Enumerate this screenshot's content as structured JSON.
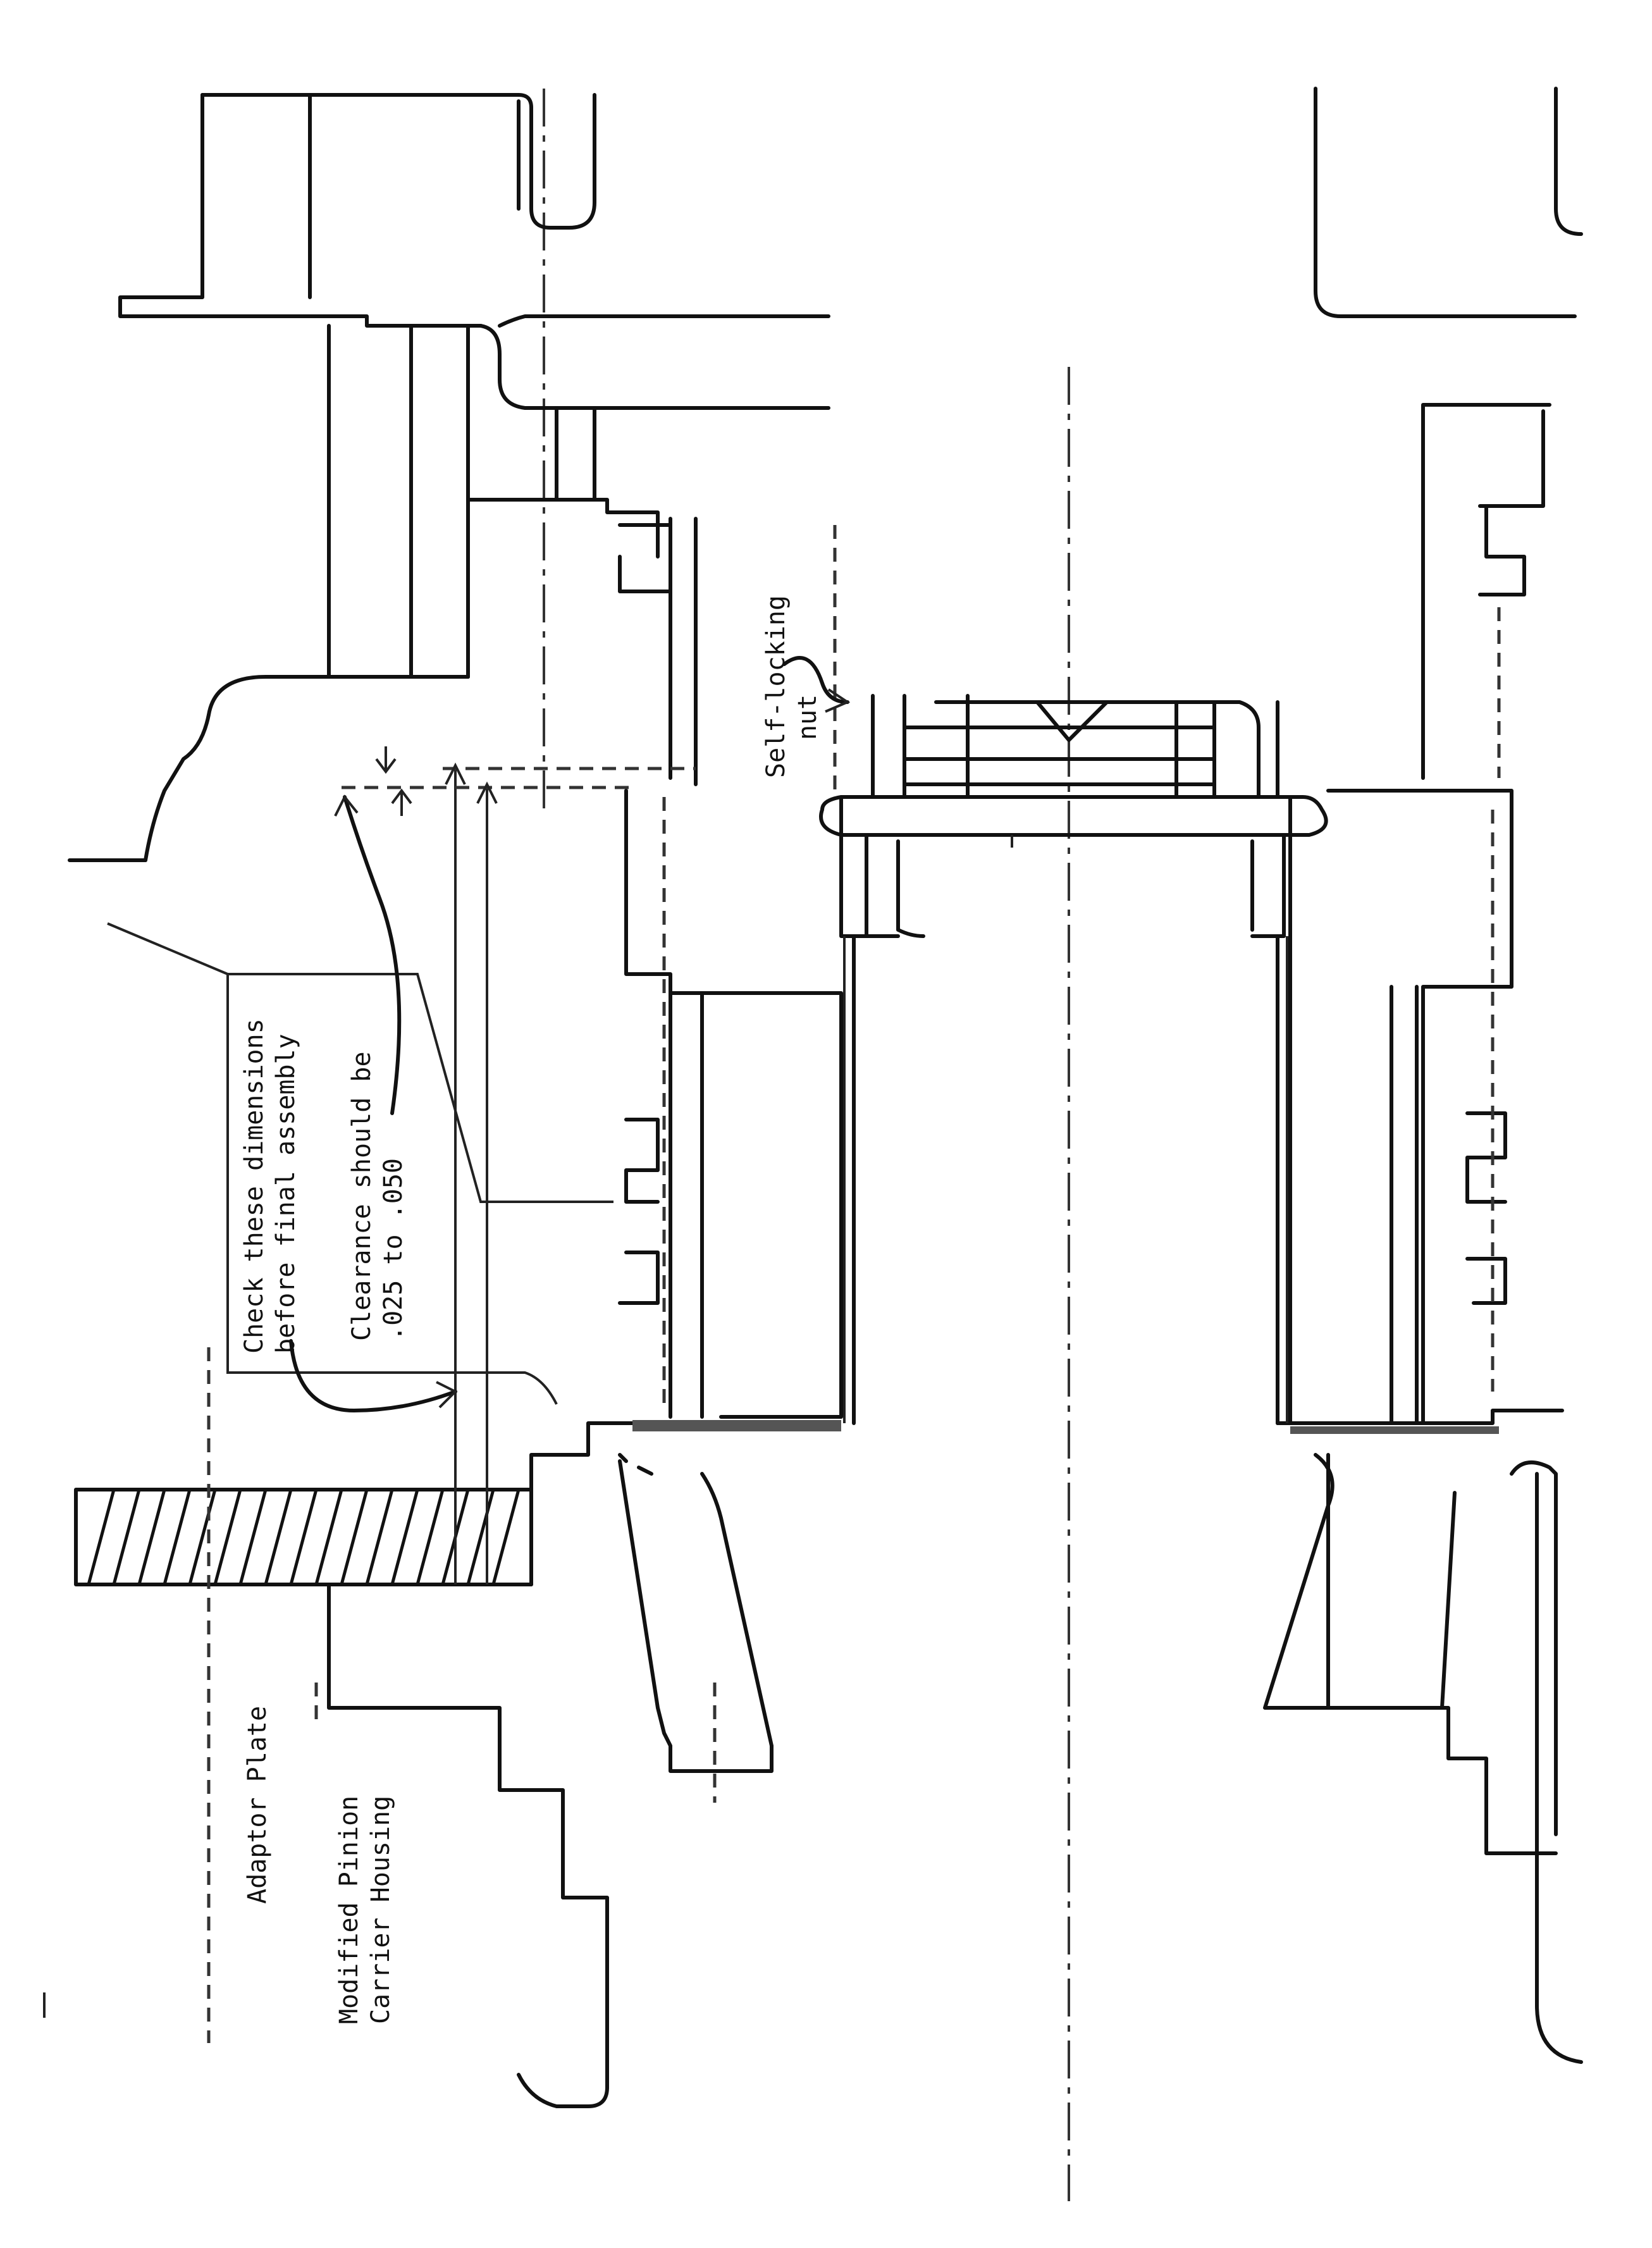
{
  "labels": {
    "check_line1": "Check these dimensions",
    "check_line2": "before final assembly",
    "clearance_line1": "Clearance should be",
    "clearance_line2": ".025 to .050",
    "nut_line1": "Self-locking",
    "nut_line2": "nut",
    "legend_adaptor": "Adaptor Plate",
    "legend_modified_line1": "Modified Pinion",
    "legend_modified_line2": "Carrier Housing"
  },
  "colors": {
    "ink": "#111111",
    "paper": "#ffffff"
  }
}
